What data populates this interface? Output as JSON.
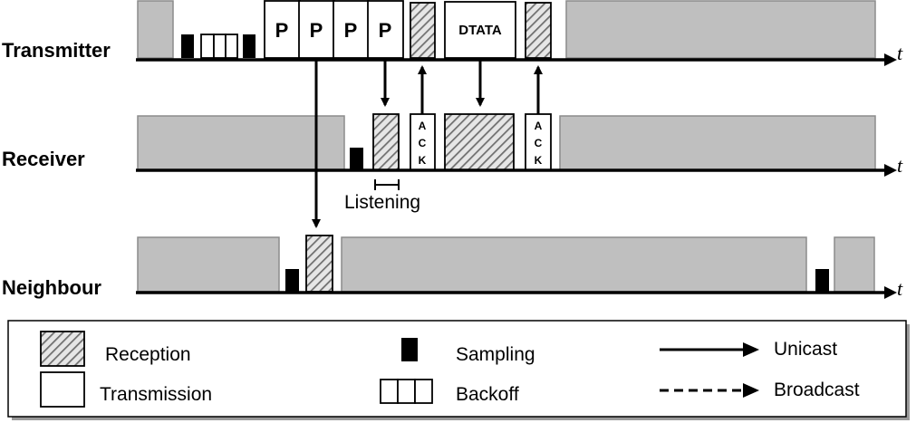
{
  "nodes": {
    "transmitter": "Transmitter",
    "receiver": "Receiver",
    "neighbour": "Neighbour"
  },
  "time_symbol": "t",
  "packets": {
    "preamble": "P",
    "data": "DTATA",
    "ack": [
      "A",
      "C",
      "K"
    ]
  },
  "annotations": {
    "listening": "Listening"
  },
  "legend": {
    "reception": "Reception",
    "transmission": "Transmission",
    "sampling": "Sampling",
    "backoff": "Backoff",
    "unicast": "Unicast",
    "broadcast": "Broadcast"
  },
  "colors": {
    "sleep_fill": "#bfbfbf",
    "sleep_stroke": "#8c8c8c",
    "line": "#000000",
    "legend_shadow": "#9a9a9a"
  }
}
